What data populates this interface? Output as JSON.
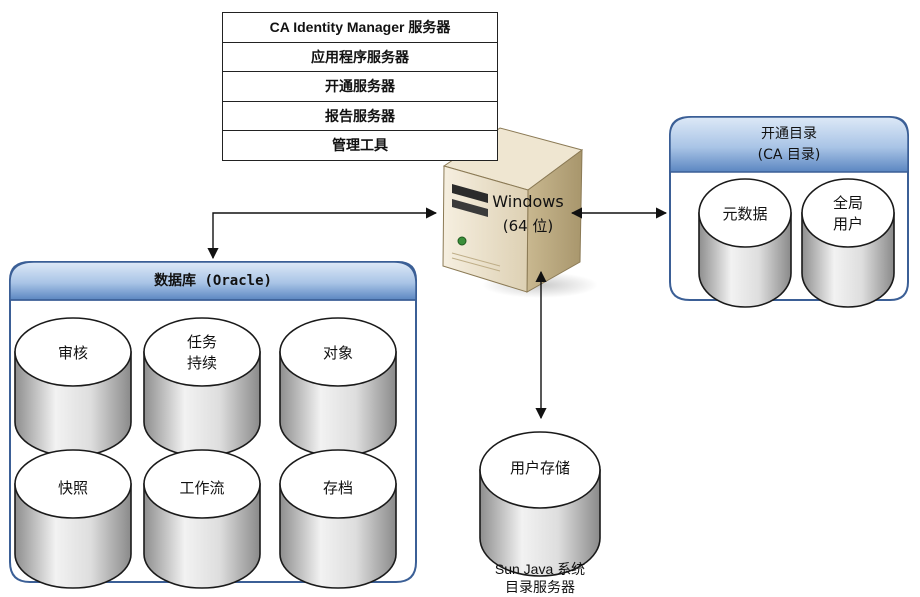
{
  "server_roles": [
    "CA Identity Manager 服务器",
    "应用程序服务器",
    "开通服务器",
    "报告服务器",
    "管理工具"
  ],
  "server": {
    "os": "Windows",
    "bits": "(64 位)"
  },
  "database": {
    "title": "数据库 (Oracle)",
    "stores": [
      {
        "label_lines": [
          "审核"
        ]
      },
      {
        "label_lines": [
          "任务",
          "持续"
        ]
      },
      {
        "label_lines": [
          "对象"
        ]
      },
      {
        "label_lines": [
          "快照"
        ]
      },
      {
        "label_lines": [
          "工作流"
        ]
      },
      {
        "label_lines": [
          "存档"
        ]
      }
    ]
  },
  "provisioning_directory": {
    "title_line1": "开通目录",
    "title_line2": "(CA 目录)",
    "stores": [
      {
        "label_lines": [
          "元数据"
        ]
      },
      {
        "label_lines": [
          "全局",
          "用户"
        ]
      }
    ]
  },
  "user_store": {
    "label": "用户存储",
    "caption_line1": "Sun Java 系统",
    "caption_line2": "目录服务器"
  },
  "colors": {
    "header_blue_light": "#c9dcf2",
    "header_blue_dark": "#5b86c1",
    "panel_border": "#3b5f96",
    "cylinder_light": "#f4f4f4",
    "cylinder_dark": "#9a9a9a",
    "server_body": "#e8dcc2"
  }
}
